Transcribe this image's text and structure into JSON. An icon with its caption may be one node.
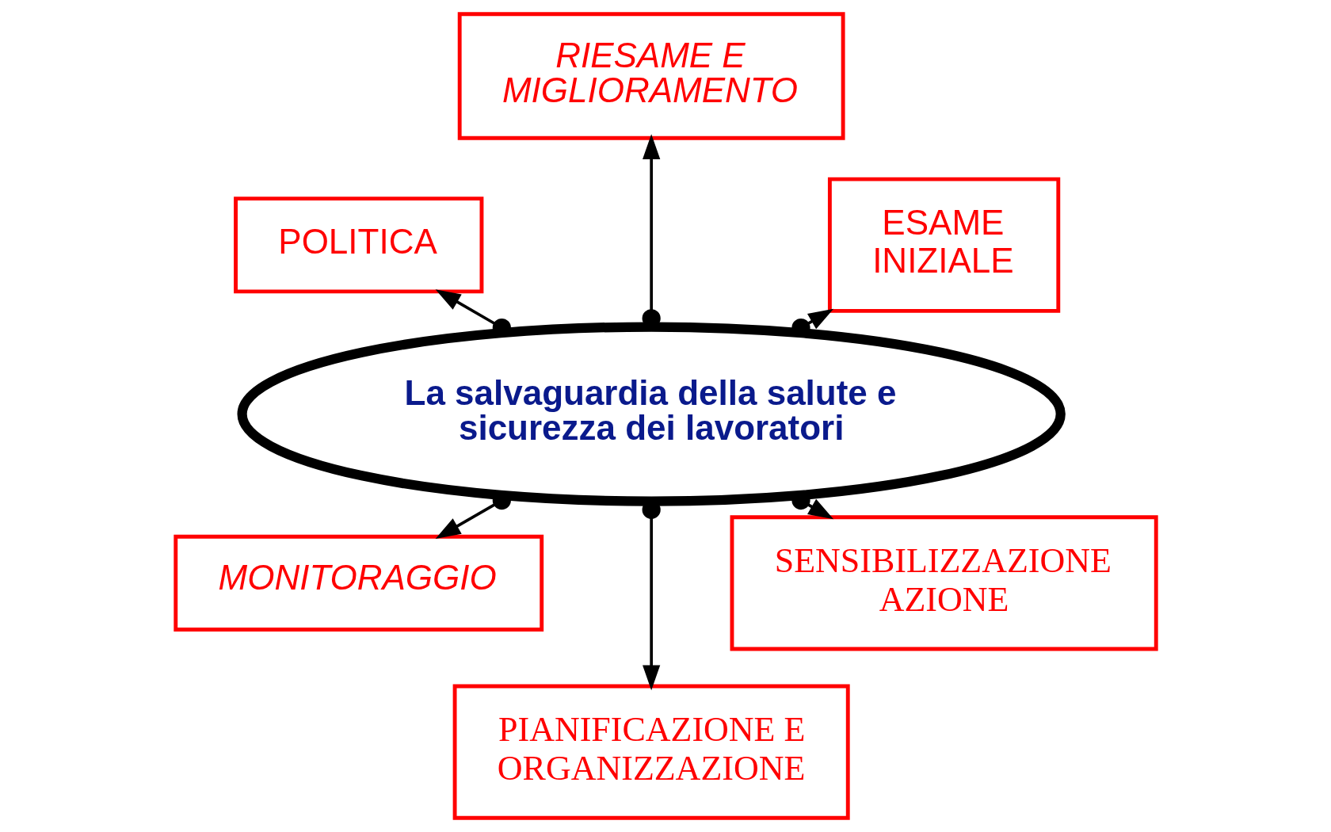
{
  "diagram": {
    "nodes": [
      {
        "text": [
          "La salvaguardia della salute e sicurezza dei lavoratori"
        ]
      },
      {
        "text": [
          "ESAME INIZIALE"
        ]
      },
      {
        "text": [
          "RIESAME E MIGLIORAMENTO"
        ]
      },
      {
        "text": [
          "POLITICA"
        ]
      },
      {
        "text": [
          "MONITORAGGIO"
        ]
      },
      {
        "text": [
          "PIANIFICAZIONE E ORGANIZZAZIONE"
        ]
      },
      {
        "text": [
          "SENSIBILIZZAZIONE AZIONE"
        ]
      }
    ],
    "edges": [
      {
        "from": 0,
        "to": 1,
        "arrow": "to"
      },
      {
        "from": 0,
        "to": 2,
        "arrow": "to"
      },
      {
        "from": 0,
        "to": 3,
        "arrow": "to"
      },
      {
        "from": 0,
        "to": 4,
        "arrow": "to"
      },
      {
        "from": 0,
        "to": 5,
        "arrow": "to"
      },
      {
        "from": 0,
        "to": 6,
        "arrow": "to"
      }
    ]
  }
}
